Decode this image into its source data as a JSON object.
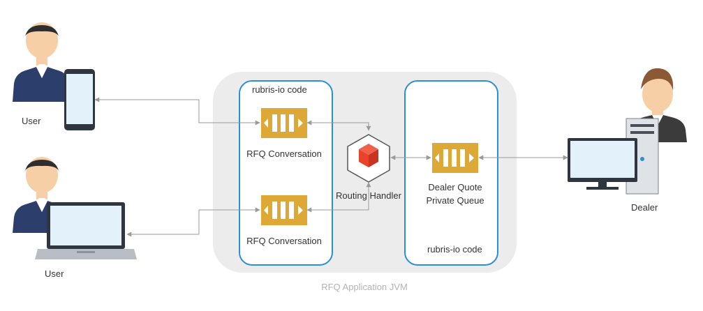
{
  "diagram": {
    "actors": {
      "user_mobile_label": "User",
      "user_laptop_label": "User",
      "dealer_label": "Dealer"
    },
    "containers": {
      "jvm_label": "RFQ Application JVM",
      "left_code_label": "rubris-io code",
      "right_code_label": "rubris-io code"
    },
    "queues": {
      "top_label": "RFQ Conversation",
      "bottom_label": "RFQ Conversation",
      "dealer_label_line1": "Dealer Quote",
      "dealer_label_line2": "Private Queue"
    },
    "router": {
      "label": "Routing Handler"
    }
  },
  "colors": {
    "jvm_bg": "#ececec",
    "container_border": "#2c8fd6",
    "queue": "#dea836",
    "router": "#e8432b",
    "connector": "#9a9a9a",
    "screen": "#e3f1fb",
    "shirt": "#2c3e6b",
    "skin": "#f6cfa6",
    "dealer_shirt": "#3b3b3b"
  }
}
